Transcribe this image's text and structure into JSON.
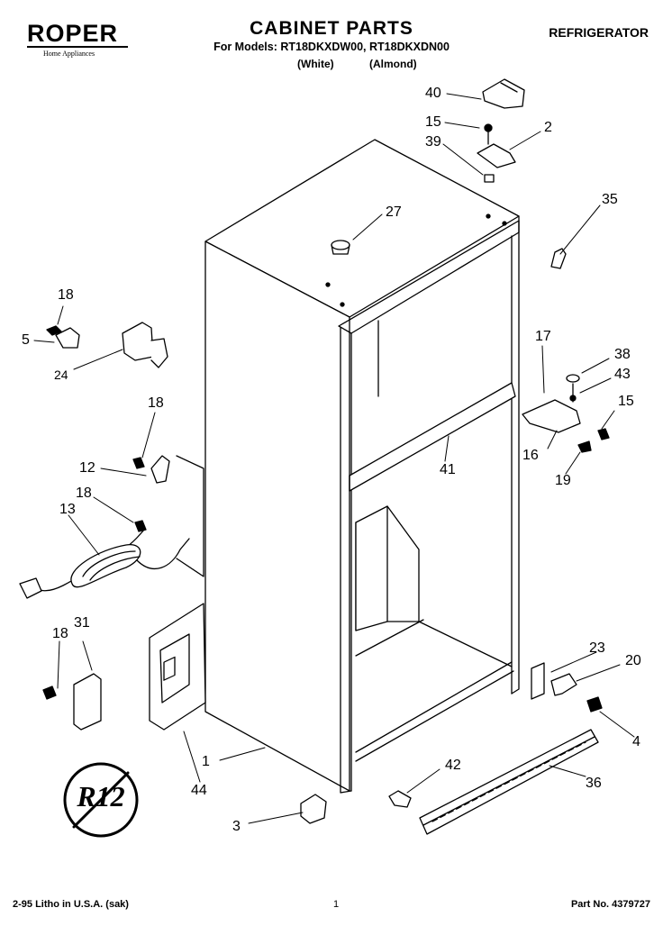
{
  "header": {
    "brand": "ROPER",
    "brand_sub": "Home Appliances",
    "title": "CABINET PARTS",
    "models_line": "For Models: RT18DKXDW00, RT18DKXDN00",
    "variants": [
      "(White)",
      "(Almond)"
    ],
    "product": "REFRIGERATOR"
  },
  "callouts": [
    "40",
    "15",
    "2",
    "39",
    "27",
    "35",
    "18",
    "5",
    "24",
    "17",
    "38",
    "43",
    "15",
    "18",
    "12",
    "16",
    "19",
    "41",
    "18",
    "13",
    "23",
    "20",
    "18",
    "31",
    "4",
    "1",
    "44",
    "42",
    "36",
    "3"
  ],
  "badge": "R12",
  "footer": {
    "litho": "2-95 Litho in U.S.A. (sak)",
    "page": "1",
    "part_no": "Part No. 4379727"
  },
  "colors": {
    "ink": "#000000",
    "paper": "#ffffff"
  }
}
